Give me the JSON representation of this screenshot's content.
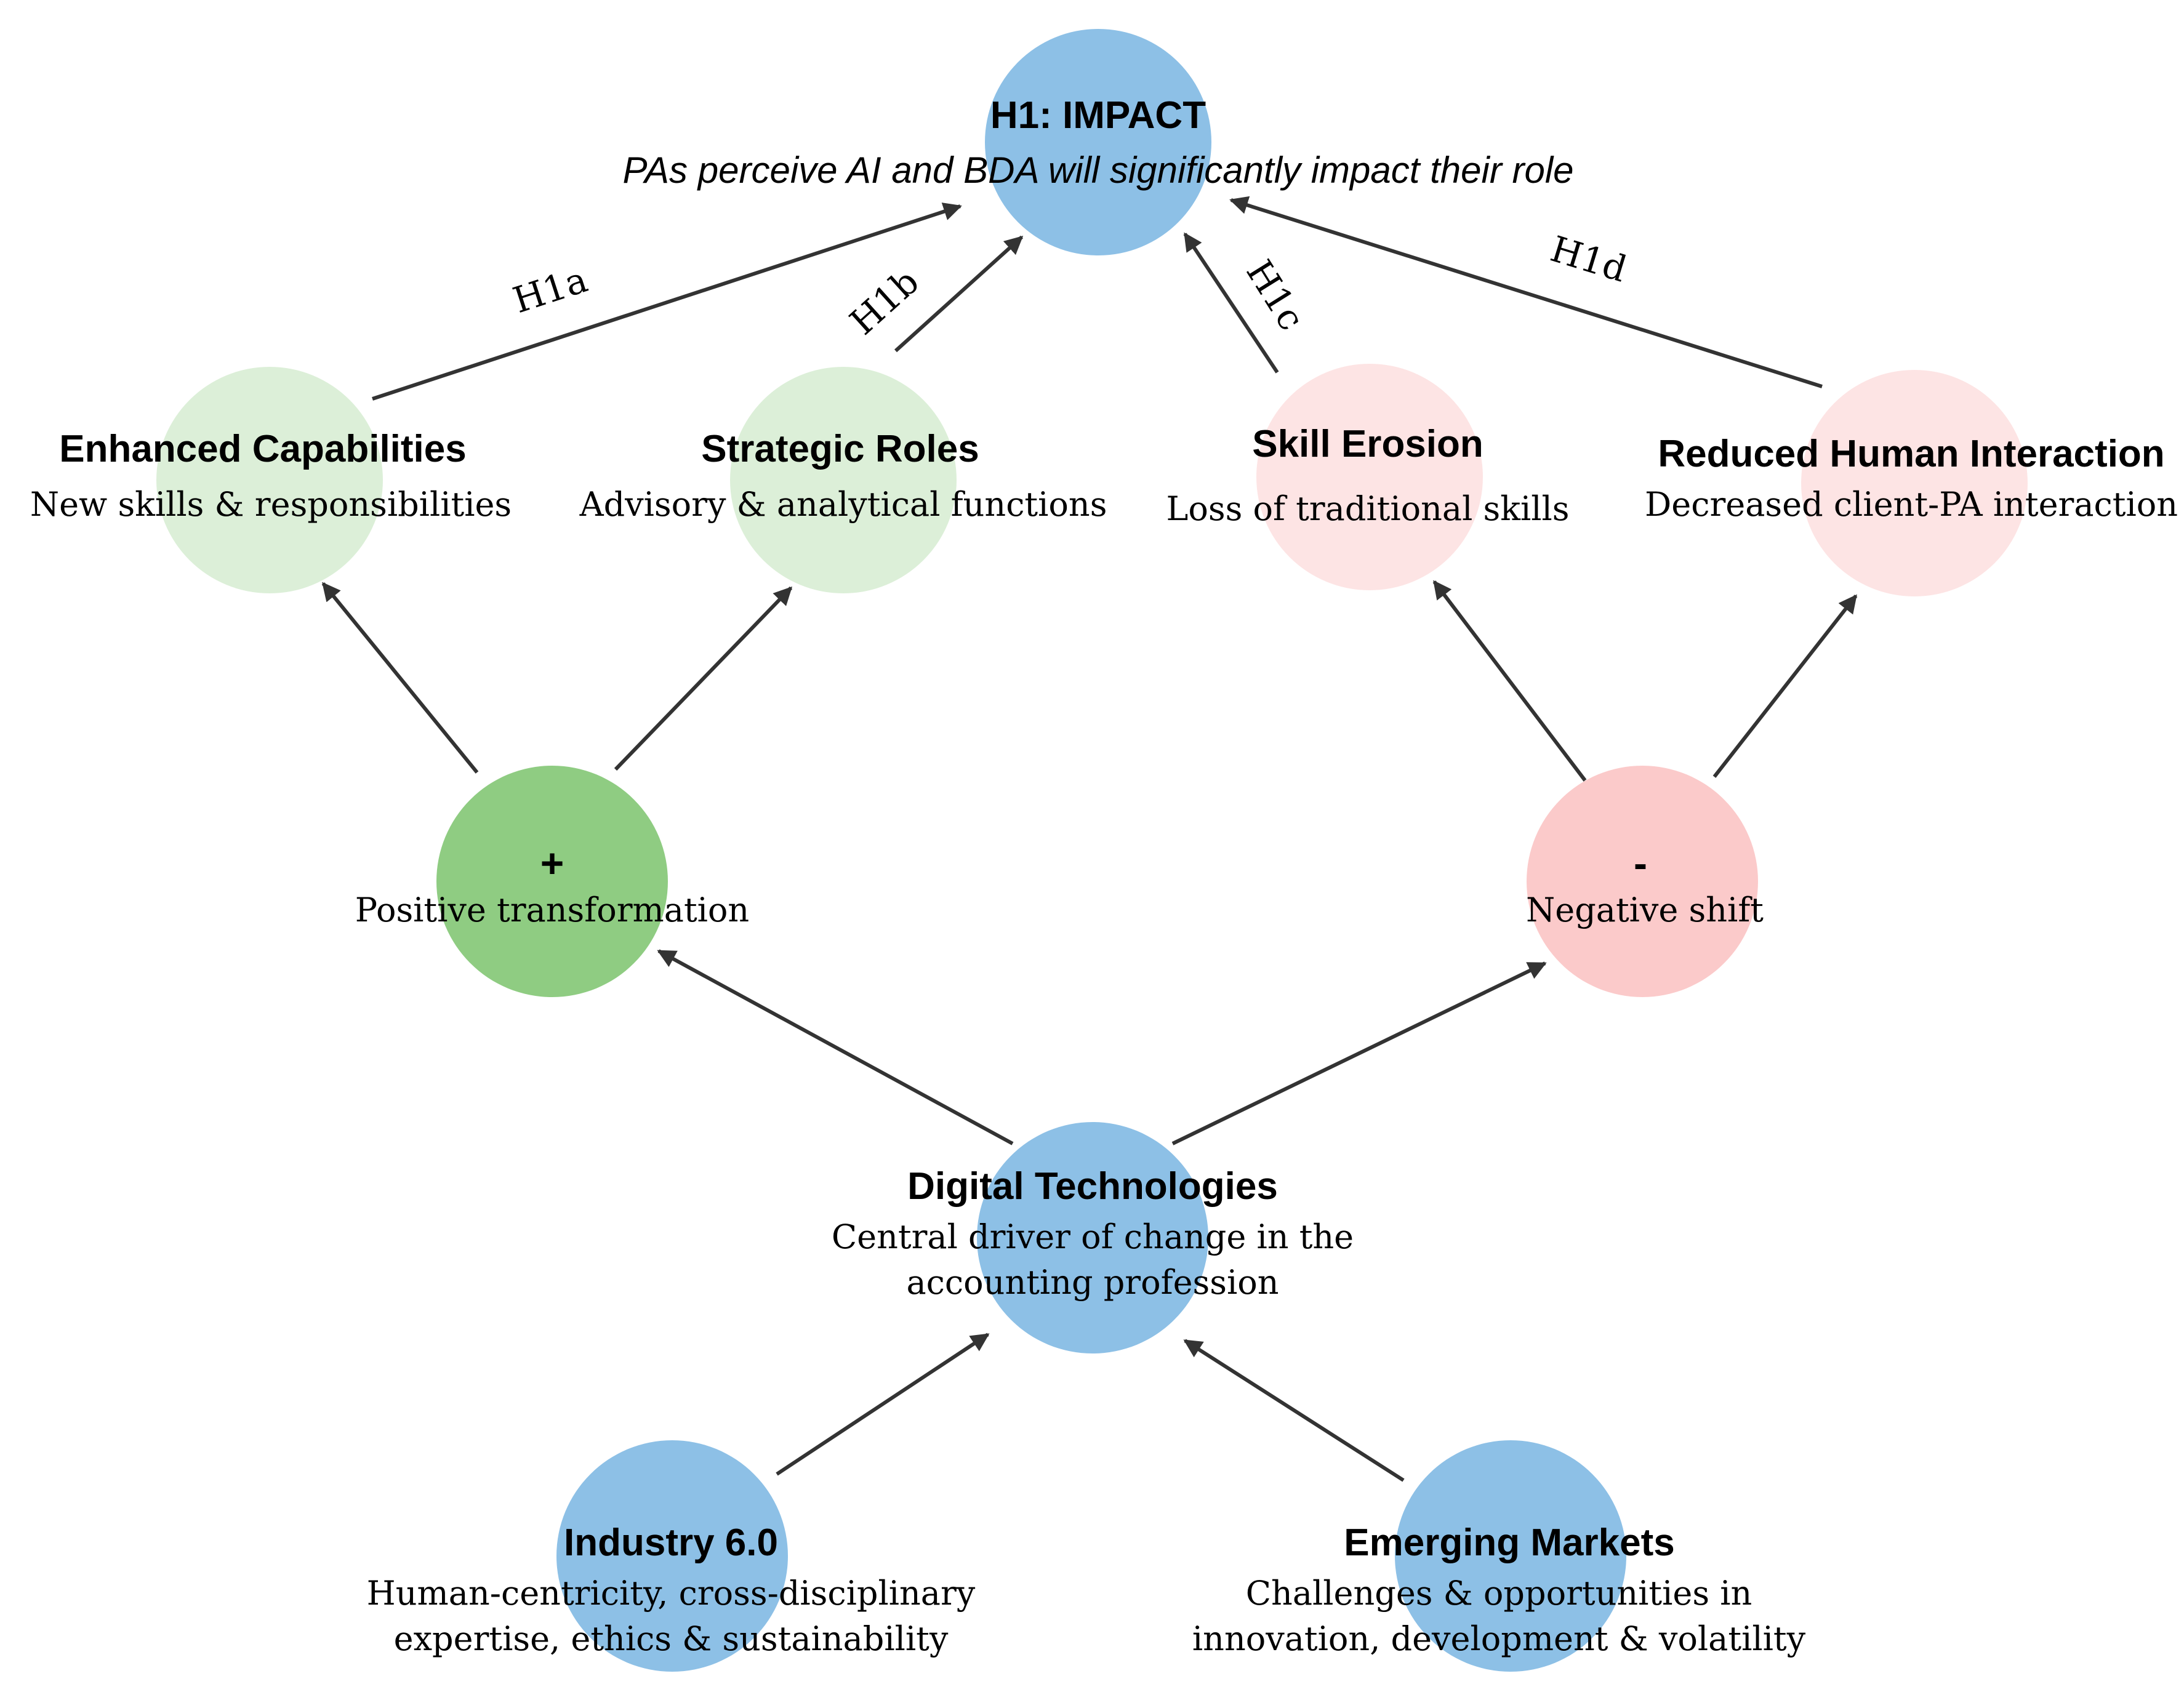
{
  "colors": {
    "blue": "#8dc0e6",
    "green": "#8fcc82",
    "light_green": "#dcefd8",
    "light_pink": "#fde4e4",
    "pink": "#fbcaca",
    "arrow": "#333333"
  },
  "nodes": {
    "impact": {
      "title": "H1: IMPACT",
      "subtitle": "PAs perceive AI and BDA will significantly impact their role"
    },
    "enhanced": {
      "title": "Enhanced Capabilities",
      "desc": "New skills & responsibilities"
    },
    "strategic": {
      "title": "Strategic Roles",
      "desc": "Advisory & analytical functions"
    },
    "erosion": {
      "title": "Skill Erosion",
      "desc": "Loss of traditional skills"
    },
    "reduced": {
      "title": "Reduced Human Interaction",
      "desc": "Decreased client-PA interaction"
    },
    "positive": {
      "symbol": "+",
      "desc": "Positive transformation"
    },
    "negative": {
      "symbol": "-",
      "desc": "Negative shift"
    },
    "digital": {
      "title": "Digital Technologies",
      "desc_line1": "Central driver of change in the",
      "desc_line2": "accounting profession"
    },
    "industry": {
      "title": "Industry 6.0",
      "desc_line1": "Human-centricity, cross-disciplinary",
      "desc_line2": "expertise, ethics & sustainability"
    },
    "markets": {
      "title": "Emerging Markets",
      "desc_line1": "Challenges & opportunities in",
      "desc_line2": "innovation, development & volatility"
    }
  },
  "edge_labels": {
    "h1a": "H1a",
    "h1b": "H1b",
    "h1c": "H1c",
    "h1d": "H1d"
  }
}
